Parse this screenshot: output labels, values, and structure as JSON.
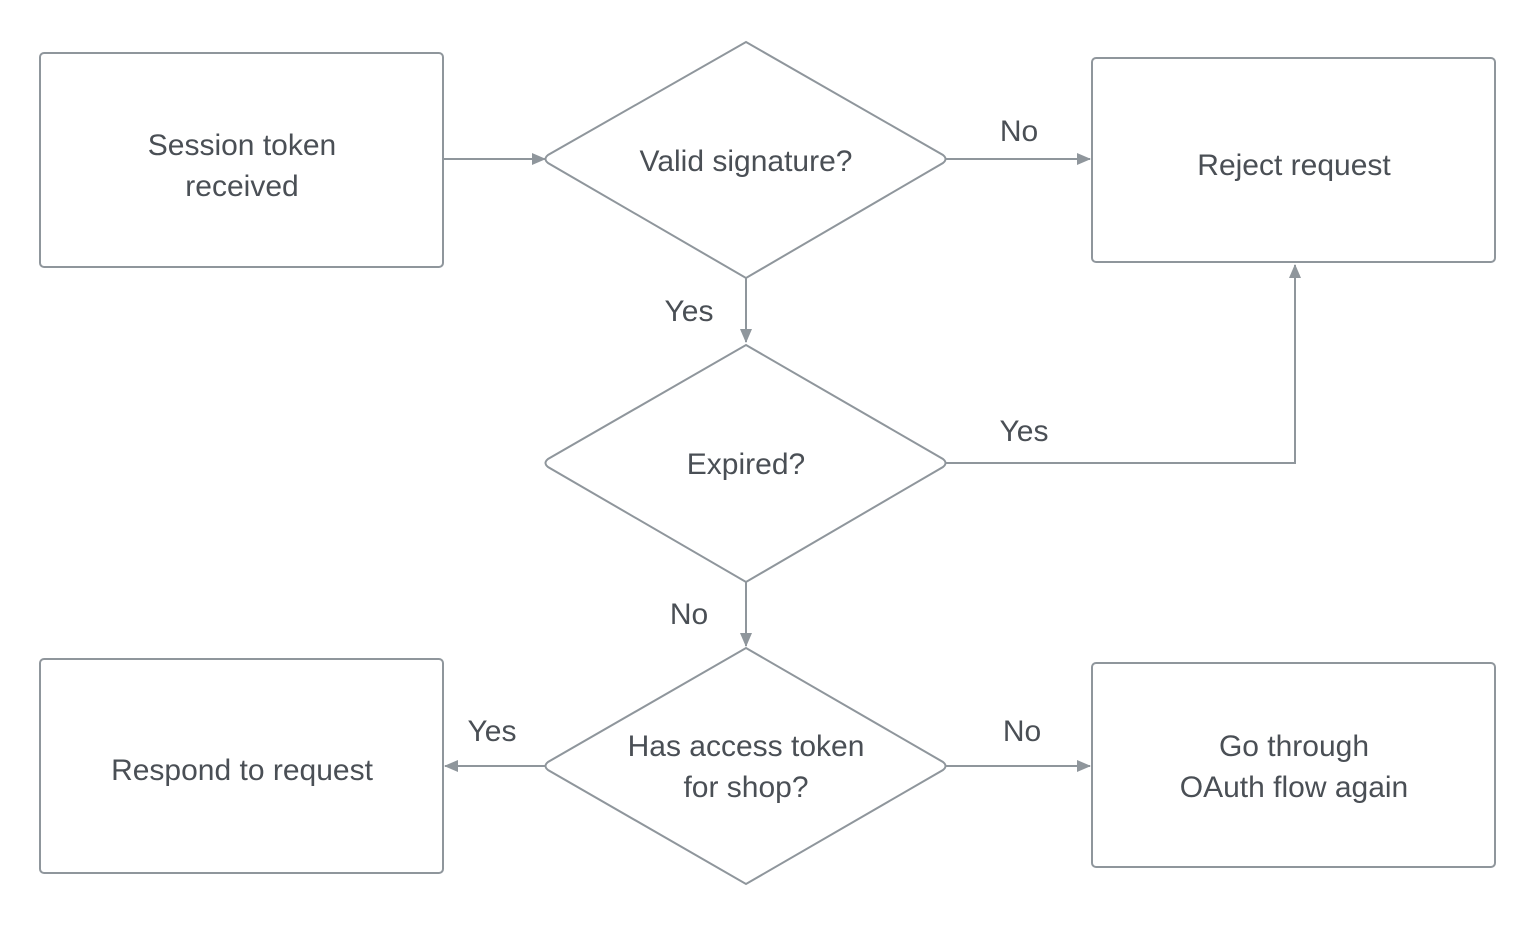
{
  "diagram": {
    "nodes": {
      "session_token": {
        "lines": [
          "Session token",
          "received"
        ]
      },
      "valid_signature": {
        "lines": [
          "Valid signature?"
        ]
      },
      "reject_request": {
        "lines": [
          "Reject request"
        ]
      },
      "expired": {
        "lines": [
          "Expired?"
        ]
      },
      "has_access_token": {
        "lines": [
          "Has access token",
          "for shop?"
        ]
      },
      "respond": {
        "lines": [
          "Respond to request"
        ]
      },
      "oauth": {
        "lines": [
          "Go through",
          "OAuth flow again"
        ]
      }
    },
    "edges": {
      "signature_no": "No",
      "signature_yes": "Yes",
      "expired_yes": "Yes",
      "expired_no": "No",
      "access_yes": "Yes",
      "access_no": "No"
    },
    "colors": {
      "stroke": "#8f969c",
      "text": "#4a4f55",
      "background": "#ffffff"
    }
  }
}
